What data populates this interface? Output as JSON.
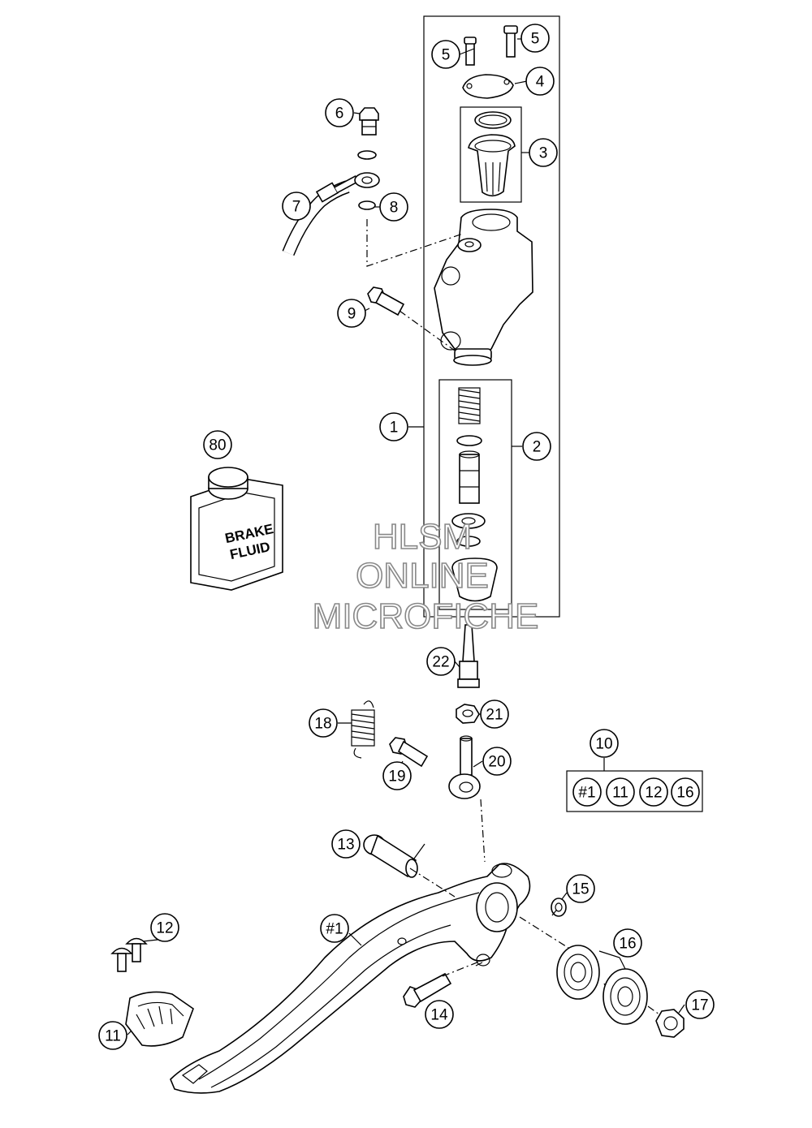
{
  "callouts": {
    "c1": "1",
    "c2": "2",
    "c3": "3",
    "c4": "4",
    "c5a": "5",
    "c5b": "5",
    "c6": "6",
    "c7": "7",
    "c8": "8",
    "c9": "9",
    "c10": "10",
    "c11": "11",
    "c12": "12",
    "c13": "13",
    "c14": "14",
    "c15": "15",
    "c16": "16",
    "c17": "17",
    "c18": "18",
    "c19": "19",
    "c20": "20",
    "c21": "21",
    "c22": "22",
    "c80": "80",
    "cPedal": "#1"
  },
  "kit10": [
    "#1",
    "11",
    "12",
    "16"
  ],
  "bottle_label": [
    "BRAKE",
    "FLUID"
  ],
  "watermark": [
    "HLSM",
    "ONLINE",
    "MICROFICHE"
  ]
}
